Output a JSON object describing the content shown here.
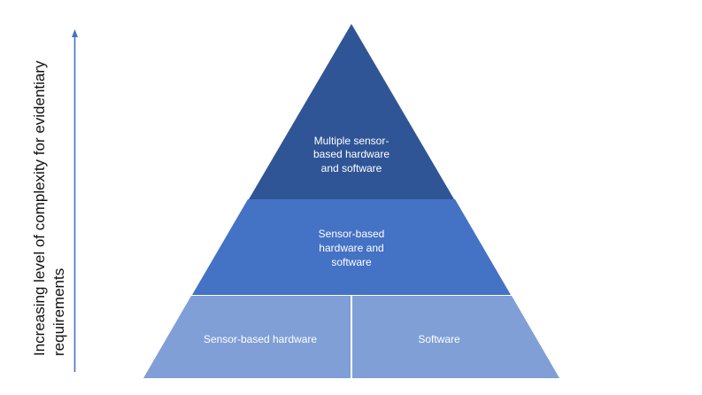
{
  "axis": {
    "label_line1": "Increasing level of complexity for evidentiary",
    "label_line2": "requirements",
    "color": "#4472C4"
  },
  "tiers": {
    "top": {
      "line1": "Multiple sensor-",
      "line2": "based hardware",
      "line3": "and software",
      "color": "#2F5597"
    },
    "middle": {
      "line1": "Sensor-based",
      "line2": "hardware and",
      "line3": "software",
      "color": "#4472C4"
    },
    "bottom_left": {
      "label": "Sensor-based hardware",
      "color": "#7F9FD6"
    },
    "bottom_right": {
      "label": "Software",
      "color": "#7F9FD6"
    }
  }
}
